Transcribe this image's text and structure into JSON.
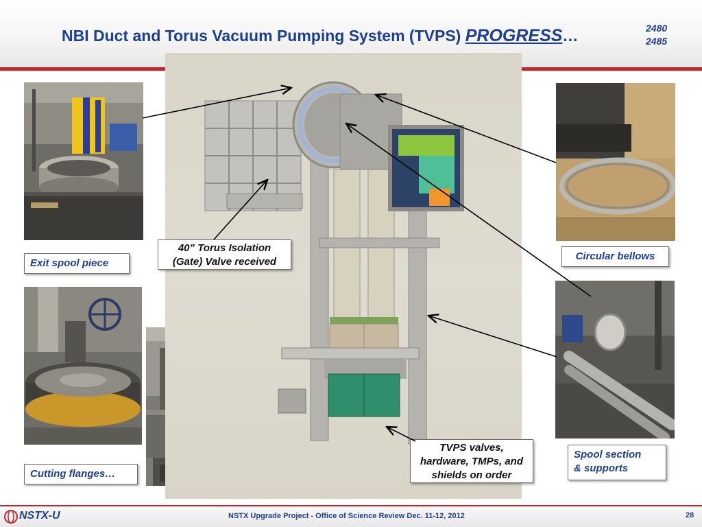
{
  "slide": {
    "title_main": "NBI Duct and Torus Vacuum Pumping System (TVPS) ",
    "title_emphasis": "PROGRESS",
    "title_ellipsis": "…",
    "drawing_numbers": [
      "2480",
      "2485"
    ]
  },
  "captions": {
    "exit_spool": "Exit spool piece",
    "gate_valve_line1": "40”  Torus Isolation",
    "gate_valve_line2": "(Gate) Valve received",
    "circular_bellows": "Circular bellows",
    "cutting_flanges": "Cutting flanges…",
    "tvps_line1": "TVPS valves,",
    "tvps_line2": "hardware, TMPs, and",
    "tvps_line3": "shields on order",
    "spool_line1": "Spool section",
    "spool_line2": "& supports"
  },
  "footer": {
    "logo": "NSTX-U",
    "project": "NSTX Upgrade Project - Office of Science Review Dec. 11-12, 2012",
    "page_number": "28"
  },
  "colors": {
    "title_blue": "#1c3f95",
    "accent_red": "#c0282d"
  }
}
